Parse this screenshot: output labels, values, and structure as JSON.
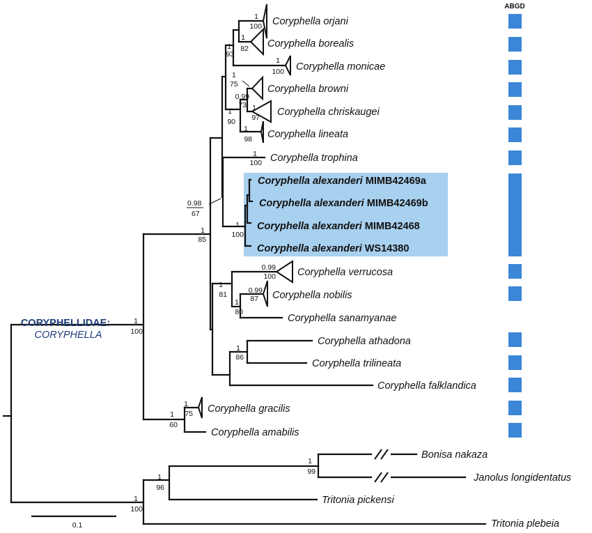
{
  "abgd_label": "ABGD",
  "clade_label": {
    "family": "CORYPHELLIDAE:",
    "genus": "CORYPHELLA",
    "color": "#1f3d7a"
  },
  "highlight_color": "#a8d0ef",
  "abgd_color": "#3b86d6",
  "scale_bar": {
    "label": "0.1"
  },
  "taxa": [
    {
      "id": "orjani",
      "genus": "Coryphella",
      "species": "orjani"
    },
    {
      "id": "borealis",
      "genus": "Coryphella",
      "species": "borealis"
    },
    {
      "id": "monicae",
      "genus": "Coryphella",
      "species": "monicae"
    },
    {
      "id": "browni",
      "genus": "Coryphella",
      "species": "browni"
    },
    {
      "id": "chriskaugei",
      "genus": "Coryphella",
      "species": "chriskaugei"
    },
    {
      "id": "lineata",
      "genus": "Coryphella",
      "species": "lineata"
    },
    {
      "id": "trophina",
      "genus": "Coryphella",
      "species": "trophina"
    },
    {
      "id": "alex1",
      "genus": "Coryphella",
      "species": "alexanderi",
      "voucher": "MIMB42469a"
    },
    {
      "id": "alex2",
      "genus": "Coryphella",
      "species": "alexanderi",
      "voucher": "MIMB42469b"
    },
    {
      "id": "alex3",
      "genus": "Coryphella",
      "species": "alexanderi",
      "voucher": "MIMB42468"
    },
    {
      "id": "alex4",
      "genus": "Coryphella",
      "species": "alexanderi",
      "voucher": "WS14380"
    },
    {
      "id": "verrucosa",
      "genus": "Coryphella",
      "species": "verrucosa"
    },
    {
      "id": "nobilis",
      "genus": "Coryphella",
      "species": "nobilis"
    },
    {
      "id": "sanamyanae",
      "genus": "Coryphella",
      "species": "sanamyanae"
    },
    {
      "id": "athadona",
      "genus": "Coryphella",
      "species": "athadona"
    },
    {
      "id": "trilineata",
      "genus": "Coryphella",
      "species": "trilineata"
    },
    {
      "id": "falklandica",
      "genus": "Coryphella",
      "species": "falklandica"
    },
    {
      "id": "gracilis",
      "genus": "Coryphella",
      "species": "gracilis"
    },
    {
      "id": "amabilis",
      "genus": "Coryphella",
      "species": "amabilis"
    },
    {
      "id": "nakaza",
      "genus": "Bonisa",
      "species": "nakaza"
    },
    {
      "id": "longidentatus",
      "genus": "Janolus",
      "species": "longidentatus"
    },
    {
      "id": "pickensi",
      "genus": "Tritonia",
      "species": "pickensi"
    },
    {
      "id": "plebeia",
      "genus": "Tritonia",
      "species": "plebeia"
    }
  ],
  "supports": [
    {
      "id": "s-orjani",
      "pp": "1",
      "bs": "100"
    },
    {
      "id": "s-borealis",
      "pp": "1",
      "bs": "82"
    },
    {
      "id": "s-orjani-borealis-monicae",
      "pp": "1",
      "bs": "93"
    },
    {
      "id": "s-monicae",
      "pp": "1",
      "bs": "100"
    },
    {
      "id": "s-browni-chriskaugei",
      "pp": "1",
      "bs": "75"
    },
    {
      "id": "s-browni-group",
      "pp": "0.99",
      "bs": "73"
    },
    {
      "id": "s-chriskaugei",
      "pp": "1",
      "bs": "97"
    },
    {
      "id": "s-browni-lineata",
      "pp": "1",
      "bs": "90"
    },
    {
      "id": "s-lineata",
      "pp": "1",
      "bs": "98"
    },
    {
      "id": "s-trophina",
      "pp": "1",
      "bs": "100"
    },
    {
      "id": "s-trophina-alex",
      "pp": "0.98",
      "bs": "67"
    },
    {
      "id": "s-alexanderi",
      "pp": "1",
      "bs": "100"
    },
    {
      "id": "s-upper",
      "pp": "1",
      "bs": "85"
    },
    {
      "id": "s-verrucosa",
      "pp": "0.99",
      "bs": "100"
    },
    {
      "id": "s-nobilis",
      "pp": "0.99",
      "bs": "87"
    },
    {
      "id": "s-nobilis-sanamyanae",
      "pp": "1",
      "bs": "80"
    },
    {
      "id": "s-verrucosa-group",
      "pp": "1",
      "bs": "81"
    },
    {
      "id": "s-athadona",
      "pp": "1",
      "bs": "86"
    },
    {
      "id": "s-gracilis",
      "pp": "1",
      "bs": "75"
    },
    {
      "id": "s-gracilis-amabilis",
      "pp": "1",
      "bs": "60"
    },
    {
      "id": "s-coryphella",
      "pp": "1",
      "bs": "100"
    },
    {
      "id": "s-bonisa-janolus",
      "pp": "1",
      "bs": "99"
    },
    {
      "id": "s-tritonia",
      "pp": "1",
      "bs": "96"
    },
    {
      "id": "s-outgroup",
      "pp": "1",
      "bs": "100"
    }
  ]
}
